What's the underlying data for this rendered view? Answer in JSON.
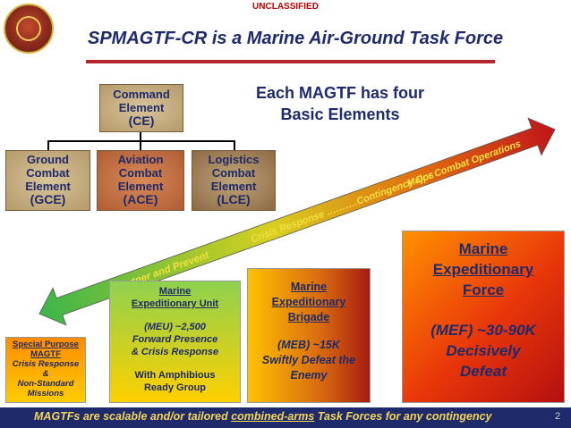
{
  "header": {
    "classification": "UNCLASSIFIED",
    "title": "SPMAGTF-CR is a Marine Air-Ground Task Force"
  },
  "elements_title": [
    "Each MAGTF has four",
    "Basic Elements"
  ],
  "elements": {
    "ce": [
      "Command",
      "Element",
      "(CE)"
    ],
    "gce": [
      "Ground",
      "Combat",
      "Element",
      "(GCE)"
    ],
    "ace": [
      "Aviation",
      "Combat",
      "Element",
      "(ACE)"
    ],
    "lce": [
      "Logistics",
      "Combat",
      "Element",
      "(LCE)"
    ]
  },
  "arrow_labels": {
    "partner": "Partner and Prevent",
    "crisis": "Crisis Response ……….Contingency Ops",
    "major": "Major Combat Operations"
  },
  "units": {
    "spmagtf": [
      "Special Purpose",
      "MAGTF",
      "Crisis Response",
      "&",
      "Non-Standard",
      "Missions"
    ],
    "meu": [
      "Marine",
      "Expeditionary Unit",
      "(MEU) ~2,500",
      "Forward Presence",
      "& Crisis Response",
      "With Amphibious",
      "Ready Group"
    ],
    "meb": [
      "Marine",
      "Expeditionary",
      "Brigade",
      "(MEB) ~15K",
      "Swiftly Defeat the",
      "Enemy"
    ],
    "mef": [
      "Marine",
      "Expeditionary",
      "Force",
      "(MEF) ~30-90K",
      "Decisively",
      "Defeat"
    ]
  },
  "footer": {
    "text_pre": "MAGTFs are scalable and/or tailored ",
    "text_underlined": "combined-arms",
    "text_post": " Task Forces for any contingency",
    "page_number": "2"
  },
  "colors": {
    "navy": "#1f2a6b",
    "rule_red": "#b3262b",
    "footer_gold": "#f2d55a",
    "arrow_green": "#3ab54a",
    "arrow_red": "#c0141a"
  }
}
